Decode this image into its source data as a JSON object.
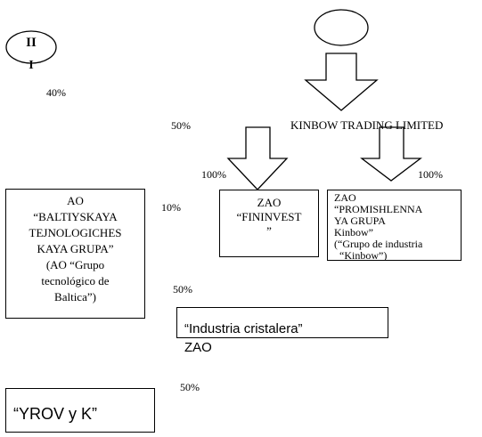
{
  "diagram": {
    "top_left_oval_text": "II",
    "top_left_oval_text_below": "I",
    "top_right_oval_text": "",
    "kinbow_label": "KINBOW TRADING LIMITED",
    "percentages": {
      "p_40": "40%",
      "p_50_top": "50%",
      "p_100_left": "100%",
      "p_100_right": "100%",
      "p_10": "10%",
      "p_50_mid": "50%",
      "p_50_bottom": "50%"
    },
    "boxes": {
      "baltiyskaya": {
        "line1": "AO",
        "line2": "“BALTIYSKAYA",
        "line3": "TEJNOLOGICHES",
        "line4": "KAYA GRUPA”",
        "line5": "(AO “Grupo",
        "line6": "tecnológico de",
        "line7": "Baltica”)"
      },
      "fininvest": {
        "line1": "ZAO",
        "line2": "“FININVEST",
        "line3": "”"
      },
      "promishlennaya": {
        "line1": "ZAO",
        "line2": "“PROMISHLENNA",
        "line3": "YA GRUPA",
        "line4": "Kinbow”",
        "line5": "(“Grupo de industria",
        "line6": "“Kinbow”)"
      },
      "industria": {
        "line1": "“Industria cristalera”",
        "line2": "ZAO"
      },
      "yrov": {
        "line1": "“YROV y K”"
      }
    }
  }
}
